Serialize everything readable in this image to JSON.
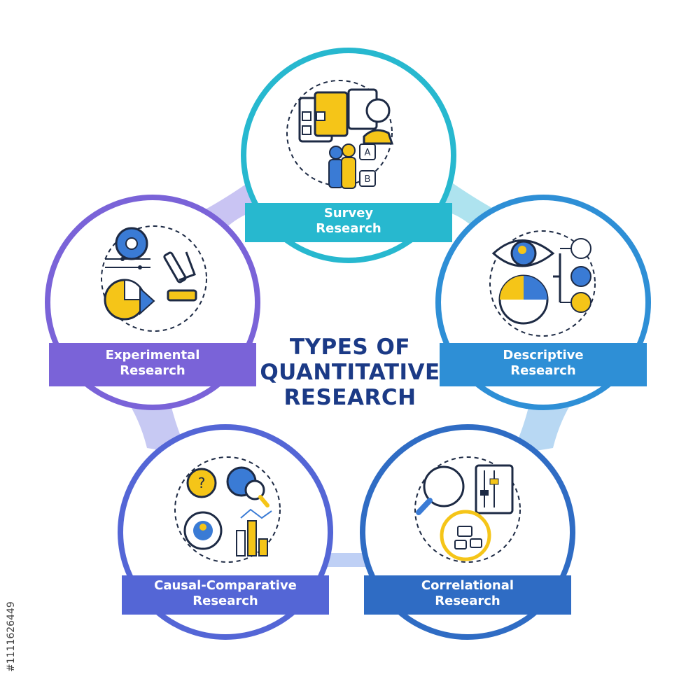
{
  "title": {
    "line1": "TYPES OF",
    "line2": "QUANTITATIVE",
    "line3": "RESEARCH",
    "color": "#1b3a86"
  },
  "nodes": [
    {
      "key": "survey",
      "line1": "Survey",
      "line2": "Research",
      "color": "#27b8cf",
      "icon": "survey-icon"
    },
    {
      "key": "descriptive",
      "line1": "Descriptive",
      "line2": "Research",
      "color": "#2e8fd6",
      "icon": "descriptive-icon"
    },
    {
      "key": "correlational",
      "line1": "Correlational",
      "line2": "Research",
      "color": "#2f6cc4",
      "icon": "correlational-icon"
    },
    {
      "key": "causal",
      "line1": "Causal-Comparative",
      "line2": "Research",
      "color": "#5466d6",
      "icon": "causal-comparative-icon"
    },
    {
      "key": "experimental",
      "line1": "Experimental",
      "line2": "Research",
      "color": "#7a63d8",
      "icon": "experimental-icon"
    }
  ],
  "stock_id": "#1111626449",
  "icon_colors": {
    "yellow": "#f5c518",
    "blue": "#3a7bd5",
    "outline": "#1d2a44"
  }
}
